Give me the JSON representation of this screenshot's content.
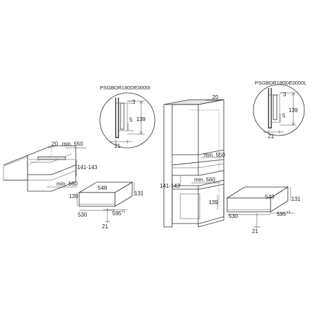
{
  "diagram": {
    "left_detail": {
      "model_code": "PSGBDR180DE0000I",
      "dim_3": "3",
      "dim_139": "139",
      "dim_5": "5",
      "dim_21": "21"
    },
    "right_detail": {
      "model_code": "PSGBDR180DE0000L",
      "dim_3": "3",
      "dim_139": "139",
      "dim_5": "5",
      "dim_21": "21"
    },
    "left_niche": {
      "dim_20": "20",
      "dim_min550": "min. 550",
      "dim_141_143": "141-143",
      "dim_min560": "min. 560"
    },
    "left_drawer": {
      "dim_548": "548",
      "dim_131": "131",
      "dim_139": "139",
      "dim_530": "530",
      "dim_595": "595",
      "dim_595_sup": "+1",
      "dim_21": "21"
    },
    "cabinet": {
      "dim_20": "20",
      "dim_min550": "min. 550",
      "dim_141_143": "141-143",
      "dim_min560": "min. 560",
      "dim_139": "139"
    },
    "right_drawer": {
      "dim_548": "548",
      "dim_131": "131",
      "dim_530": "530",
      "dim_595": "595",
      "dim_595_sup": "+1",
      "dim_21": "21"
    }
  }
}
